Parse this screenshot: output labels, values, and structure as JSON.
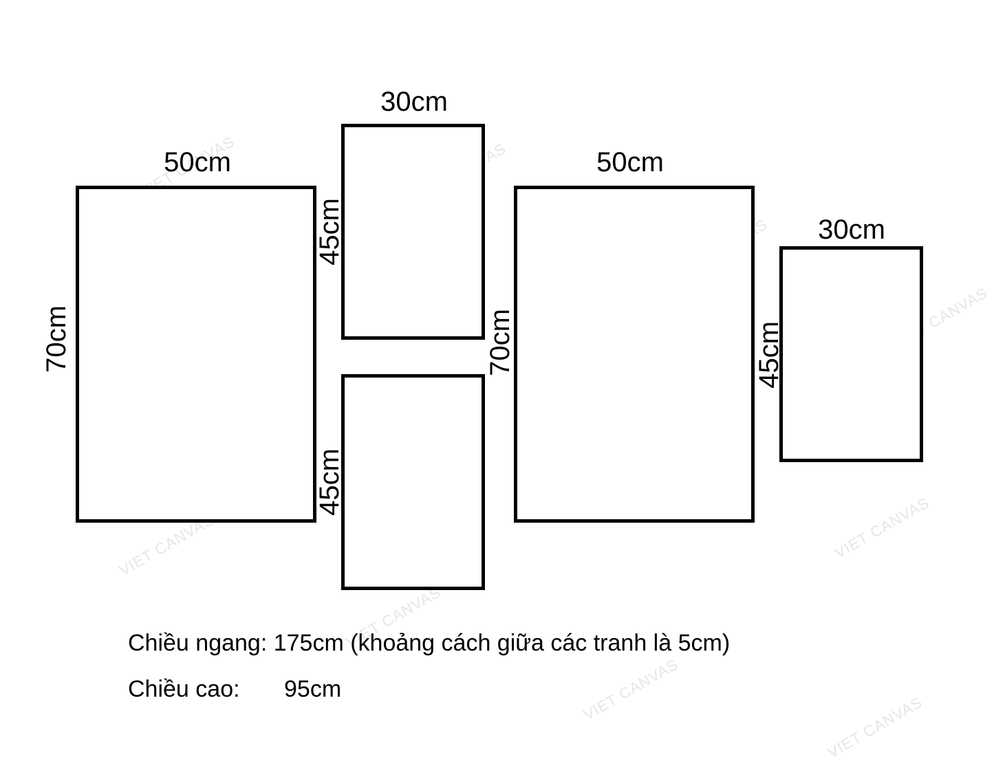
{
  "watermark": "VIET CANVAS",
  "frames": [
    {
      "id": "large-left",
      "width_label": "50cm",
      "height_label": "70cm"
    },
    {
      "id": "small-top-middle",
      "width_label": "30cm",
      "height_label": "45cm"
    },
    {
      "id": "small-bottom-middle",
      "height_label": "45cm"
    },
    {
      "id": "large-right",
      "width_label": "50cm",
      "height_label": "70cm"
    },
    {
      "id": "small-right",
      "width_label": "30cm",
      "height_label": "45cm"
    }
  ],
  "notes": {
    "width_line": "Chiều ngang: 175cm (khoảng cách giữa các tranh là 5cm)",
    "height_label": "Chiều cao:",
    "height_value": "95cm"
  }
}
